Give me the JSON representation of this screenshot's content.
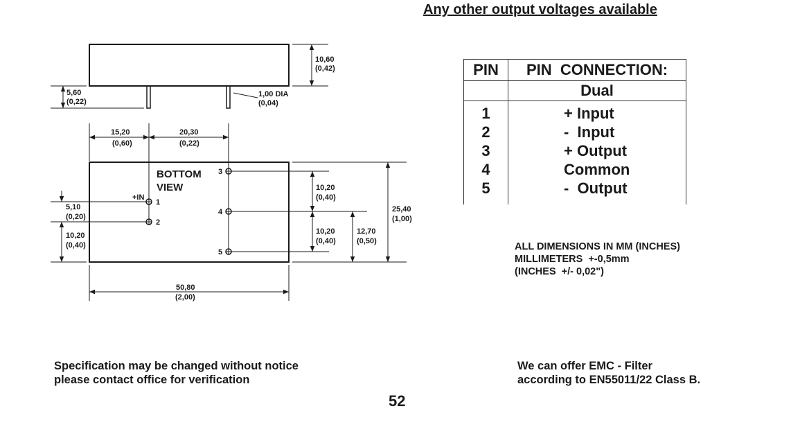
{
  "headline": "Any other output voltages available",
  "drawing": {
    "side_view": {
      "height_mm": "10,60",
      "height_in": "(0,42)",
      "pin_length_mm": "5,60",
      "pin_length_in": "(0,22)",
      "pin_dia_mm": "1,00 DIA",
      "pin_dia_in": "(0,04)"
    },
    "bottom_view": {
      "label_line1": "BOTTOM",
      "label_line2": "VIEW",
      "in_label": "+IN",
      "pins": [
        "1",
        "2",
        "3",
        "4",
        "5"
      ],
      "dim_15_mm": "15,20",
      "dim_15_in": "(0,60)",
      "dim_20_mm": "20,30",
      "dim_20_in": "(0,22)",
      "dim_5_mm": "5,10",
      "dim_5_in": "(0,20)",
      "dim_10_left_mm": "10,20",
      "dim_10_left_in": "(0,40)",
      "dim_10_top_mm": "10,20",
      "dim_10_top_in": "(0,40)",
      "dim_10_bot_mm": "10,20",
      "dim_10_bot_in": "(0,40)",
      "dim_12_mm": "12,70",
      "dim_12_in": "(0,50)",
      "dim_25_mm": "25,40",
      "dim_25_in": "(1,00)",
      "dim_50_mm": "50,80",
      "dim_50_in": "(2,00)"
    }
  },
  "pin_table": {
    "header_pin": "PIN",
    "header_connection": "PIN  CONNECTION:",
    "subheader": "Dual",
    "rows": [
      {
        "pin": "1",
        "connection": "+ Input"
      },
      {
        "pin": "2",
        "connection": "-  Input"
      },
      {
        "pin": "3",
        "connection": "+ Output"
      },
      {
        "pin": "4",
        "connection": "Common"
      },
      {
        "pin": "5",
        "connection": "-  Output"
      }
    ]
  },
  "notes": {
    "line1": "ALL DIMENSIONS IN MM (INCHES)",
    "line2": "MILLIMETERS  +-0,5mm",
    "line3": "(INCHES  +/- 0,02\")"
  },
  "footer": {
    "left_line1": "Specification may be changed without notice",
    "left_line2": "please contact office for verification",
    "right_line1": "We can offer EMC - Filter",
    "right_line2": "according to EN55011/22 Class B.",
    "page_number": "52"
  }
}
